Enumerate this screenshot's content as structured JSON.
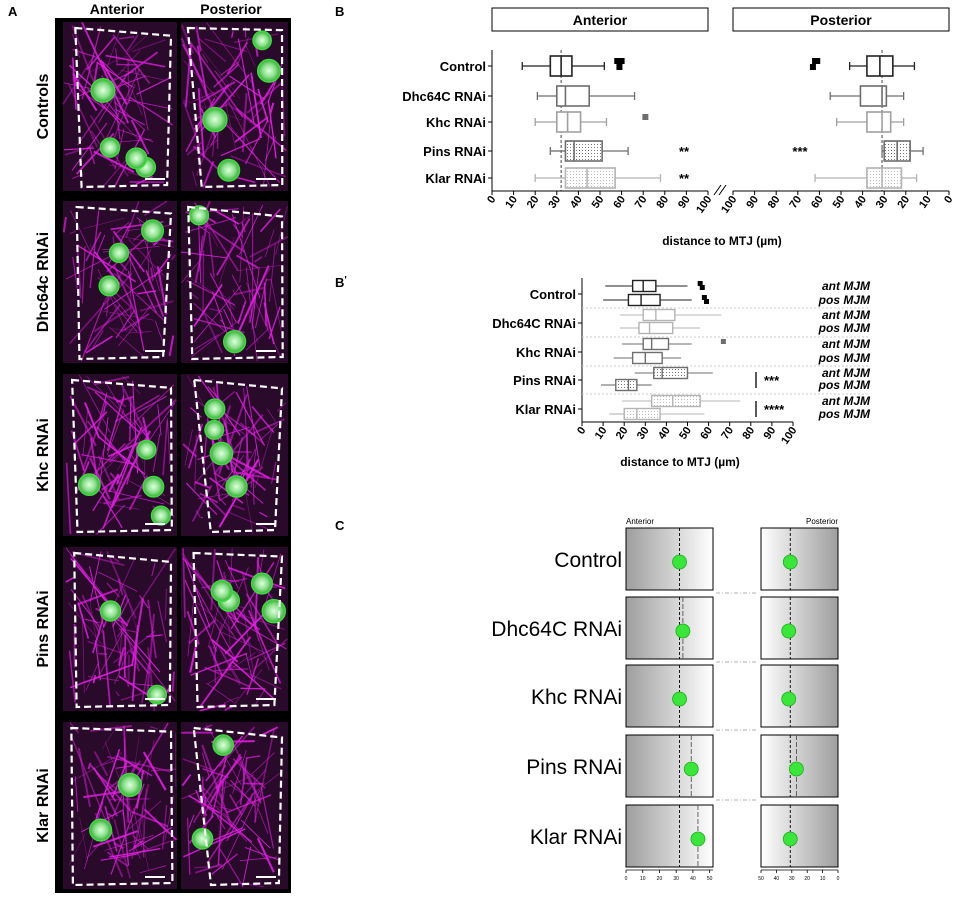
{
  "panel_labels": {
    "a": "A",
    "b": "B",
    "bprime": "B",
    "c": "C"
  },
  "prime_mark": "'",
  "panel_a": {
    "column_labels": [
      "Anterior",
      "Posterior"
    ],
    "row_labels": [
      "Controls",
      "Dhc64c RNAi",
      "Khc RNAi",
      "Pins RNAi",
      "Klar RNAi"
    ]
  },
  "colors": {
    "magenta": "#e61ee6",
    "nucleus_green": "#3cdc3c",
    "dark": "#222222",
    "mid": "#6e6e6e",
    "light": "#a0a0a0",
    "lighter": "#b4b4b4",
    "dot_green": "#39e639"
  },
  "chart_data": [
    {
      "type": "box",
      "panel": "B",
      "headers": [
        "Anterior",
        "Posterior"
      ],
      "xlabel": "distance to MTJ (µm)",
      "x_ticks_left": [
        0,
        10,
        20,
        30,
        40,
        50,
        60,
        70,
        80,
        90,
        100
      ],
      "x_ticks_right": [
        100,
        90,
        80,
        70,
        60,
        50,
        40,
        30,
        20,
        10,
        0
      ],
      "xlim_left": [
        0,
        100
      ],
      "xlim_right": [
        100,
        0
      ],
      "categories": [
        "Control",
        "Dhc64C RNAi",
        "Khc RNAi",
        "Pins RNAi",
        "Klar RNAi"
      ],
      "anterior": [
        {
          "whisker_low": 14,
          "q1": 27,
          "median": 32,
          "q3": 37,
          "whisker_high": 52,
          "outliers": [
            58,
            59,
            60
          ]
        },
        {
          "whisker_low": 21,
          "q1": 30,
          "median": 34,
          "q3": 45,
          "whisker_high": 66,
          "outliers": []
        },
        {
          "whisker_low": 20,
          "q1": 30,
          "median": 35,
          "q3": 41,
          "whisker_high": 53,
          "outliers": [
            71
          ]
        },
        {
          "whisker_low": 27,
          "q1": 34,
          "median": 38,
          "q3": 51,
          "whisker_high": 63,
          "outliers": []
        },
        {
          "whisker_low": 20,
          "q1": 34,
          "median": 44,
          "q3": 57,
          "whisker_high": 78,
          "outliers": []
        }
      ],
      "posterior": [
        {
          "whisker_low": 46,
          "q1": 38,
          "median": 32,
          "q3": 26,
          "whisker_high": 16,
          "outliers": [
            62,
            63,
            61
          ]
        },
        {
          "whisker_low": 55,
          "q1": 41,
          "median": 31,
          "q3": 29,
          "whisker_high": 21,
          "outliers": []
        },
        {
          "whisker_low": 52,
          "q1": 38,
          "median": 31,
          "q3": 27,
          "whisker_high": 21,
          "outliers": []
        },
        {
          "whisker_low": 31,
          "q1": 30,
          "median": 24,
          "q3": 18,
          "whisker_high": 12,
          "outliers": []
        },
        {
          "whisker_low": 62,
          "q1": 38,
          "median": 31,
          "q3": 22,
          "whisker_high": 15,
          "outliers": []
        }
      ],
      "reference_line_anterior": 32,
      "reference_line_posterior": 31,
      "significance": [
        {
          "row": "Pins RNAi",
          "side": "anterior",
          "label": "**"
        },
        {
          "row": "Klar RNAi",
          "side": "anterior",
          "label": "**"
        },
        {
          "row": "Pins RNAi",
          "side": "posterior",
          "label": "***"
        }
      ]
    },
    {
      "type": "box",
      "panel": "B'",
      "xlabel": "distance to MTJ (µm)",
      "x_ticks": [
        0,
        10,
        20,
        30,
        40,
        50,
        60,
        70,
        80,
        90,
        100
      ],
      "xlim": [
        0,
        100
      ],
      "categories": [
        "Control",
        "Dhc64C RNAi",
        "Khc RNAi",
        "Pins RNAi",
        "Klar RNAi"
      ],
      "sublabels": [
        "ant MJM",
        "pos MJM"
      ],
      "boxes": [
        {
          "row": "Control",
          "sub": "ant MJM",
          "whisker_low": 11,
          "q1": 24,
          "median": 29,
          "q3": 35,
          "whisker_high": 50,
          "outliers": [
            56,
            57
          ]
        },
        {
          "row": "Control",
          "sub": "pos MJM",
          "whisker_low": 10,
          "q1": 22,
          "median": 28,
          "q3": 37,
          "whisker_high": 52,
          "outliers": [
            58,
            59
          ]
        },
        {
          "row": "Dhc64C RNAi",
          "sub": "ant MJM",
          "whisker_low": 18,
          "q1": 29,
          "median": 35,
          "q3": 44,
          "whisker_high": 66,
          "outliers": []
        },
        {
          "row": "Dhc64C RNAi",
          "sub": "pos MJM",
          "whisker_low": 18,
          "q1": 27,
          "median": 32,
          "q3": 43,
          "whisker_high": 56,
          "outliers": []
        },
        {
          "row": "Khc RNAi",
          "sub": "ant MJM",
          "whisker_low": 19,
          "q1": 29,
          "median": 33,
          "q3": 41,
          "whisker_high": 52,
          "outliers": [
            67
          ]
        },
        {
          "row": "Khc RNAi",
          "sub": "pos MJM",
          "whisker_low": 15,
          "q1": 24,
          "median": 30,
          "q3": 38,
          "whisker_high": 47,
          "outliers": []
        },
        {
          "row": "Pins RNAi",
          "sub": "ant MJM",
          "whisker_low": 25,
          "q1": 34,
          "median": 38,
          "q3": 50,
          "whisker_high": 62,
          "outliers": []
        },
        {
          "row": "Pins RNAi",
          "sub": "pos MJM",
          "whisker_low": 9,
          "q1": 16,
          "median": 22,
          "q3": 26,
          "whisker_high": 33,
          "outliers": []
        },
        {
          "row": "Klar RNAi",
          "sub": "ant MJM",
          "whisker_low": 19,
          "q1": 33,
          "median": 43,
          "q3": 56,
          "whisker_high": 75,
          "outliers": []
        },
        {
          "row": "Klar RNAi",
          "sub": "pos MJM",
          "whisker_low": 13,
          "q1": 20,
          "median": 26,
          "q3": 37,
          "whisker_high": 58,
          "outliers": []
        }
      ],
      "significance": [
        {
          "row": "Pins RNAi",
          "label": "***"
        },
        {
          "row": "Klar RNAi",
          "label": "****"
        }
      ]
    },
    {
      "type": "scatter",
      "panel": "C",
      "headers": [
        "Anterior",
        "Posterior"
      ],
      "categories": [
        "Control",
        "Dhc64C RNAi",
        "Khc RNAi",
        "Pins RNAi",
        "Klar RNAi"
      ],
      "x_ticks_left": [
        0,
        10,
        20,
        30,
        40,
        50
      ],
      "x_ticks_right": [
        50,
        40,
        30,
        20,
        10,
        0
      ],
      "xlim_left": [
        0,
        52
      ],
      "xlim_right": [
        50,
        0
      ],
      "reference_left": 32,
      "reference_right": 31,
      "anterior_positions": [
        32,
        34,
        32,
        39,
        43
      ],
      "posterior_positions": [
        31,
        32,
        32,
        27,
        31
      ]
    }
  ]
}
